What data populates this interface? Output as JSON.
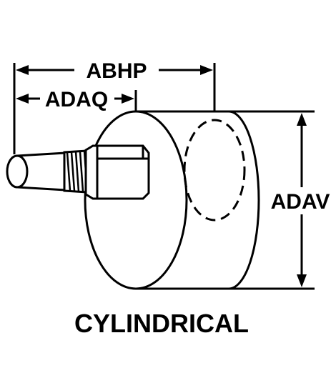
{
  "dimensions": {
    "overall_length": "ABHP",
    "stud_length": "ADAQ",
    "diameter": "ADAV"
  },
  "caption": "CYLINDRICAL",
  "colors": {
    "ink": "#000000",
    "background": "#ffffff"
  }
}
